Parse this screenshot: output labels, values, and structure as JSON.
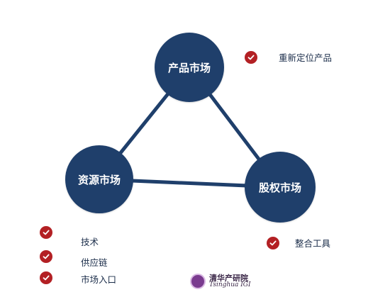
{
  "diagram": {
    "nodes": {
      "product": "产品市场",
      "resource": "资源市场",
      "equity": "股权市场"
    },
    "notes": {
      "product": [
        "重新定位产品"
      ],
      "resource": [
        "技术",
        "供应链",
        "市场入口"
      ],
      "equity": [
        "整合工具"
      ]
    }
  },
  "brand": {
    "name_cn": "清华产研院",
    "name_en": "Tsinghua IGI"
  },
  "colors": {
    "node": "#1f3f6b",
    "check": "#b32024",
    "text": "#1b2d4a"
  },
  "icons": {
    "check": "check-circle-icon",
    "logo": "seal-logo-icon"
  }
}
